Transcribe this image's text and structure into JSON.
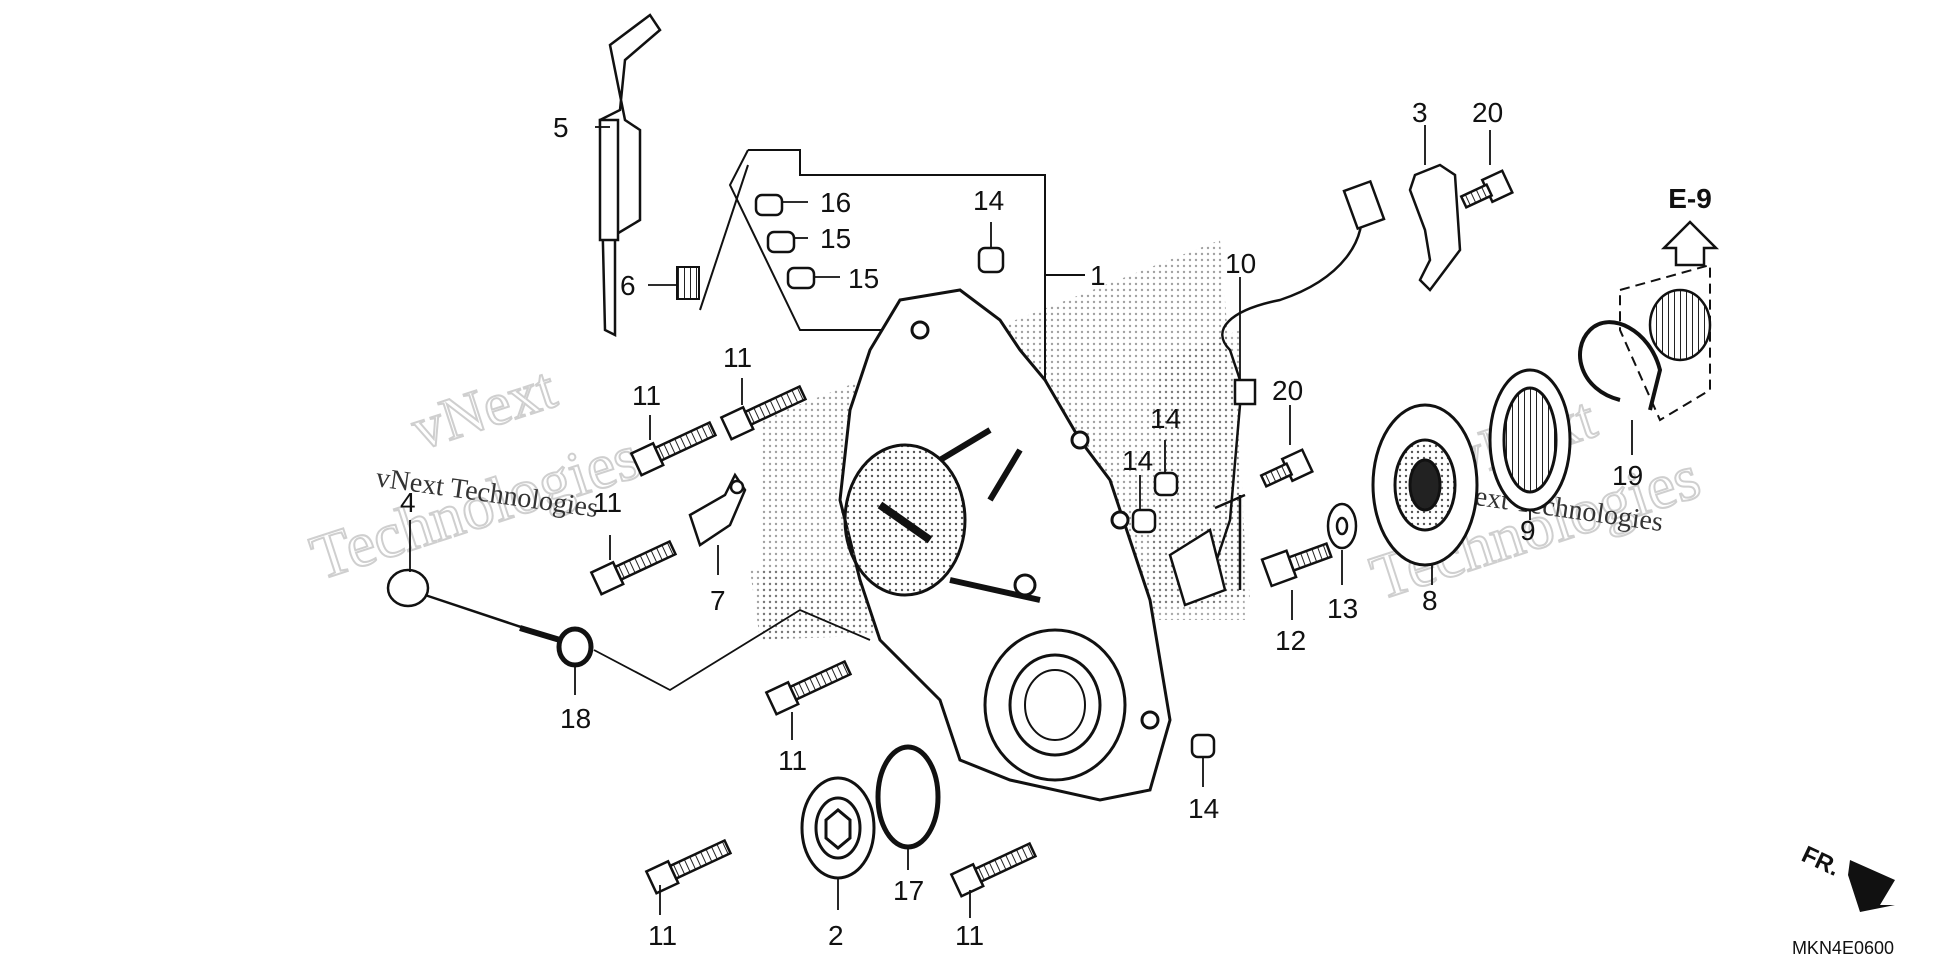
{
  "diagram": {
    "figure_code": "MKN4E0600",
    "reference": {
      "label": "E-9"
    },
    "front_indicator": {
      "label": "FR."
    },
    "watermark": {
      "line1": "vNext",
      "line2": "Technologies",
      "inline": "vNext Technologies"
    },
    "callouts": [
      {
        "id": "c16",
        "label": "16"
      },
      {
        "id": "c15a",
        "label": "15"
      },
      {
        "id": "c15b",
        "label": "15"
      },
      {
        "id": "c14a",
        "label": "14"
      },
      {
        "id": "c1",
        "label": "1"
      },
      {
        "id": "c5",
        "label": "5"
      },
      {
        "id": "c6",
        "label": "6"
      },
      {
        "id": "c11a",
        "label": "11"
      },
      {
        "id": "c11b",
        "label": "11"
      },
      {
        "id": "c11c",
        "label": "11"
      },
      {
        "id": "c4",
        "label": "4"
      },
      {
        "id": "c7",
        "label": "7"
      },
      {
        "id": "c18",
        "label": "18"
      },
      {
        "id": "c11d",
        "label": "11"
      },
      {
        "id": "c11e",
        "label": "11"
      },
      {
        "id": "c2",
        "label": "2"
      },
      {
        "id": "c17",
        "label": "17"
      },
      {
        "id": "c11f",
        "label": "11"
      },
      {
        "id": "c14b",
        "label": "14"
      },
      {
        "id": "c14c",
        "label": "14"
      },
      {
        "id": "c14d",
        "label": "14"
      },
      {
        "id": "c10",
        "label": "10"
      },
      {
        "id": "c20a",
        "label": "20"
      },
      {
        "id": "c12",
        "label": "12"
      },
      {
        "id": "c13",
        "label": "13"
      },
      {
        "id": "c3",
        "label": "3"
      },
      {
        "id": "c20b",
        "label": "20"
      },
      {
        "id": "c8",
        "label": "8"
      },
      {
        "id": "c9",
        "label": "9"
      },
      {
        "id": "c19",
        "label": "19"
      }
    ]
  }
}
